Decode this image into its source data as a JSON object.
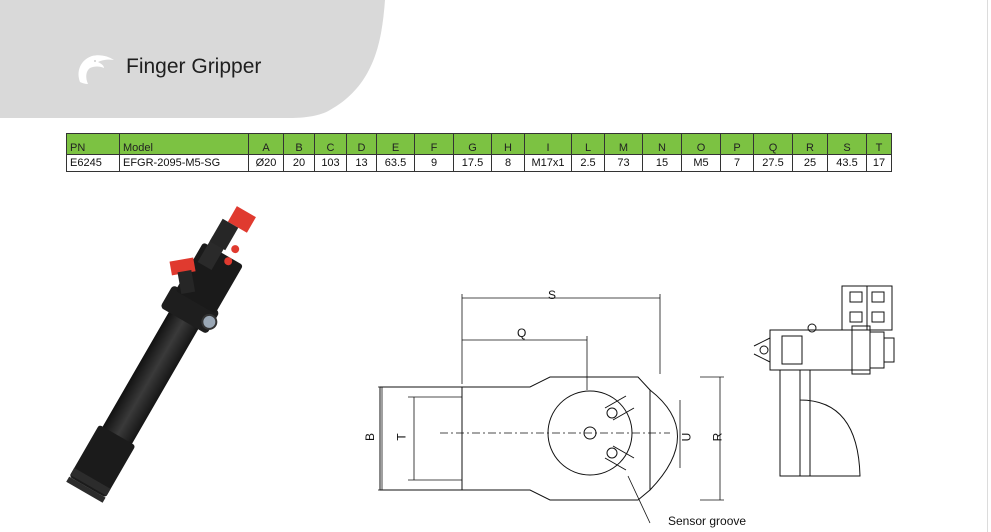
{
  "page": {
    "title": "Finger Gripper"
  },
  "spec_table": {
    "headers": [
      "PN",
      "Model",
      "A",
      "B",
      "C",
      "D",
      "E",
      "F",
      "G",
      "H",
      "I",
      "L",
      "M",
      "N",
      "O",
      "P",
      "Q",
      "R",
      "S",
      "T"
    ],
    "row": [
      "E6245",
      "EFGR-2095-M5-SG",
      "Ø20",
      "20",
      "103",
      "13",
      "63.5",
      "9",
      "17.5",
      "8",
      "M17x1",
      "2.5",
      "73",
      "15",
      "M5",
      "7",
      "27.5",
      "25",
      "43.5",
      "17"
    ]
  },
  "drawing": {
    "labels": {
      "S": "S",
      "Q": "Q",
      "B": "B",
      "T": "T",
      "U": "U",
      "R": "R",
      "sensor": "Sensor groove"
    }
  },
  "colors": {
    "table_header": "#7cc242",
    "header_band": "#d9d9d9",
    "gripper_red": "#e03a2f",
    "gripper_body": "#222222"
  },
  "icons": {
    "logo": "dolphin-logo-icon"
  }
}
